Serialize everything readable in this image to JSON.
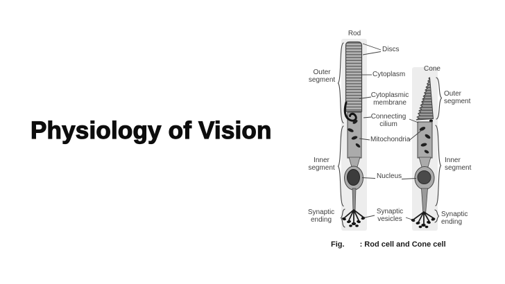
{
  "slide": {
    "title": "Physiology of Vision"
  },
  "diagram": {
    "rod_title": "Rod",
    "cone_title": "Cone",
    "labels": {
      "discs": "Discs",
      "outer_segment_left": "Outer segment",
      "cytoplasm": "Cytoplasm",
      "cytoplasmic_membrane": "Cytoplasmic membrane",
      "outer_segment_right": "Outer segment",
      "connecting_cilium": "Connecting cilium",
      "mitochondria": "Mitochondria",
      "inner_segment_left": "Inner segment",
      "nucleus": "Nucleus",
      "inner_segment_right": "Inner segment",
      "synaptic_ending_left": "Synaptic ending",
      "synaptic_vesicles": "Synaptic vesicles",
      "synaptic_ending_right": "Synaptic ending"
    },
    "caption": {
      "prefix": "Fig.",
      "title": ": Rod cell and Cone cell"
    }
  },
  "colors": {
    "background": "#ffffff",
    "title_text": "#0d0d0d",
    "label_text": "#3d3d3d",
    "cell_fill": "#ababab",
    "cell_outline": "#454545",
    "organelle_dark": "#1f1f1f",
    "photo_band": "#ededed"
  }
}
